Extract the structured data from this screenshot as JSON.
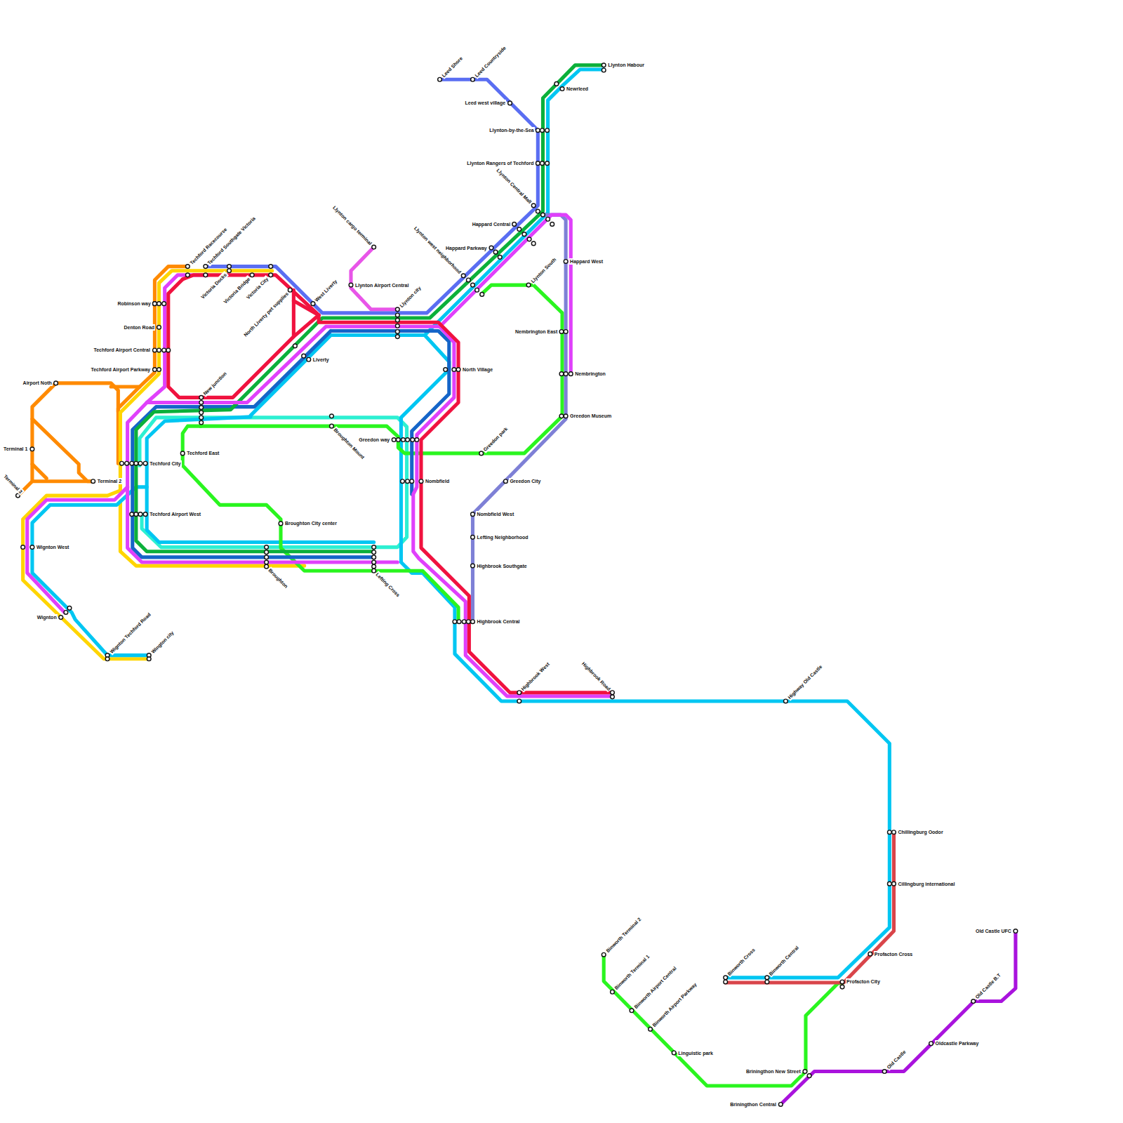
{
  "diagram": {
    "labels": [
      "Leed Shore",
      "Leed Countryside",
      "Leed west village",
      "Llynton-by-the-Sea",
      "Llynton Rangers of Techford",
      "Llynton Central Mall",
      "Happard Central",
      "Happard Parkway",
      "Llynton west neighborhood",
      "Llynton Habour",
      "Newrleed",
      "Happard West",
      "Llynton South",
      "Nembrington East",
      "Nembrington",
      "Greedon Museum",
      "Greedon City",
      "Greedon park",
      "Nombfield West",
      "Lefting Neighborhood",
      "Highbrook Southgate",
      "Highbrook Central",
      "Highbrook West",
      "Highbrook Road",
      "Highway Old Castle",
      "Chillingburg Oodor",
      "Cillingburg international",
      "Profacton Cross",
      "Profacton City",
      "Binworth Central",
      "Binworth Cross",
      "Binworth Terminal 2",
      "Binworth Terminal 1",
      "Binworth Airport Central",
      "Binworth Airport Parkway",
      "Linguistic park",
      "Briningthon New Street",
      "Briningthon Central",
      "Old Castle",
      "Oldcastle Parkway",
      "Old Castle B.T",
      "Old Castle UFC",
      "Llynton cargo terminal",
      "Llynton Airport Central",
      "Llynton city",
      "North Village",
      "Greedon way",
      "Nombfield",
      "Lefting Cross",
      "Broughton",
      "Broughton City center",
      "Broughton Mount",
      "Techford East",
      "Techford City",
      "Techford Airport West",
      "Wignton West",
      "Wignton",
      "Wignton Techford Road",
      "Wington city",
      "Terminal 1",
      "Terminal 2",
      "Terminal 3",
      "Airport Noth",
      "Techford Airport Parkway",
      "Techford Airport Central",
      "Denton Road",
      "Robinson way",
      "Techford Racecourse",
      "Techford Southgate Victoria",
      "Victoria Docks",
      "Victoria Bridge",
      "Victoria City",
      "North Liverty pet supplies",
      "West Liverty",
      "Liverty",
      "New junction"
    ]
  }
}
